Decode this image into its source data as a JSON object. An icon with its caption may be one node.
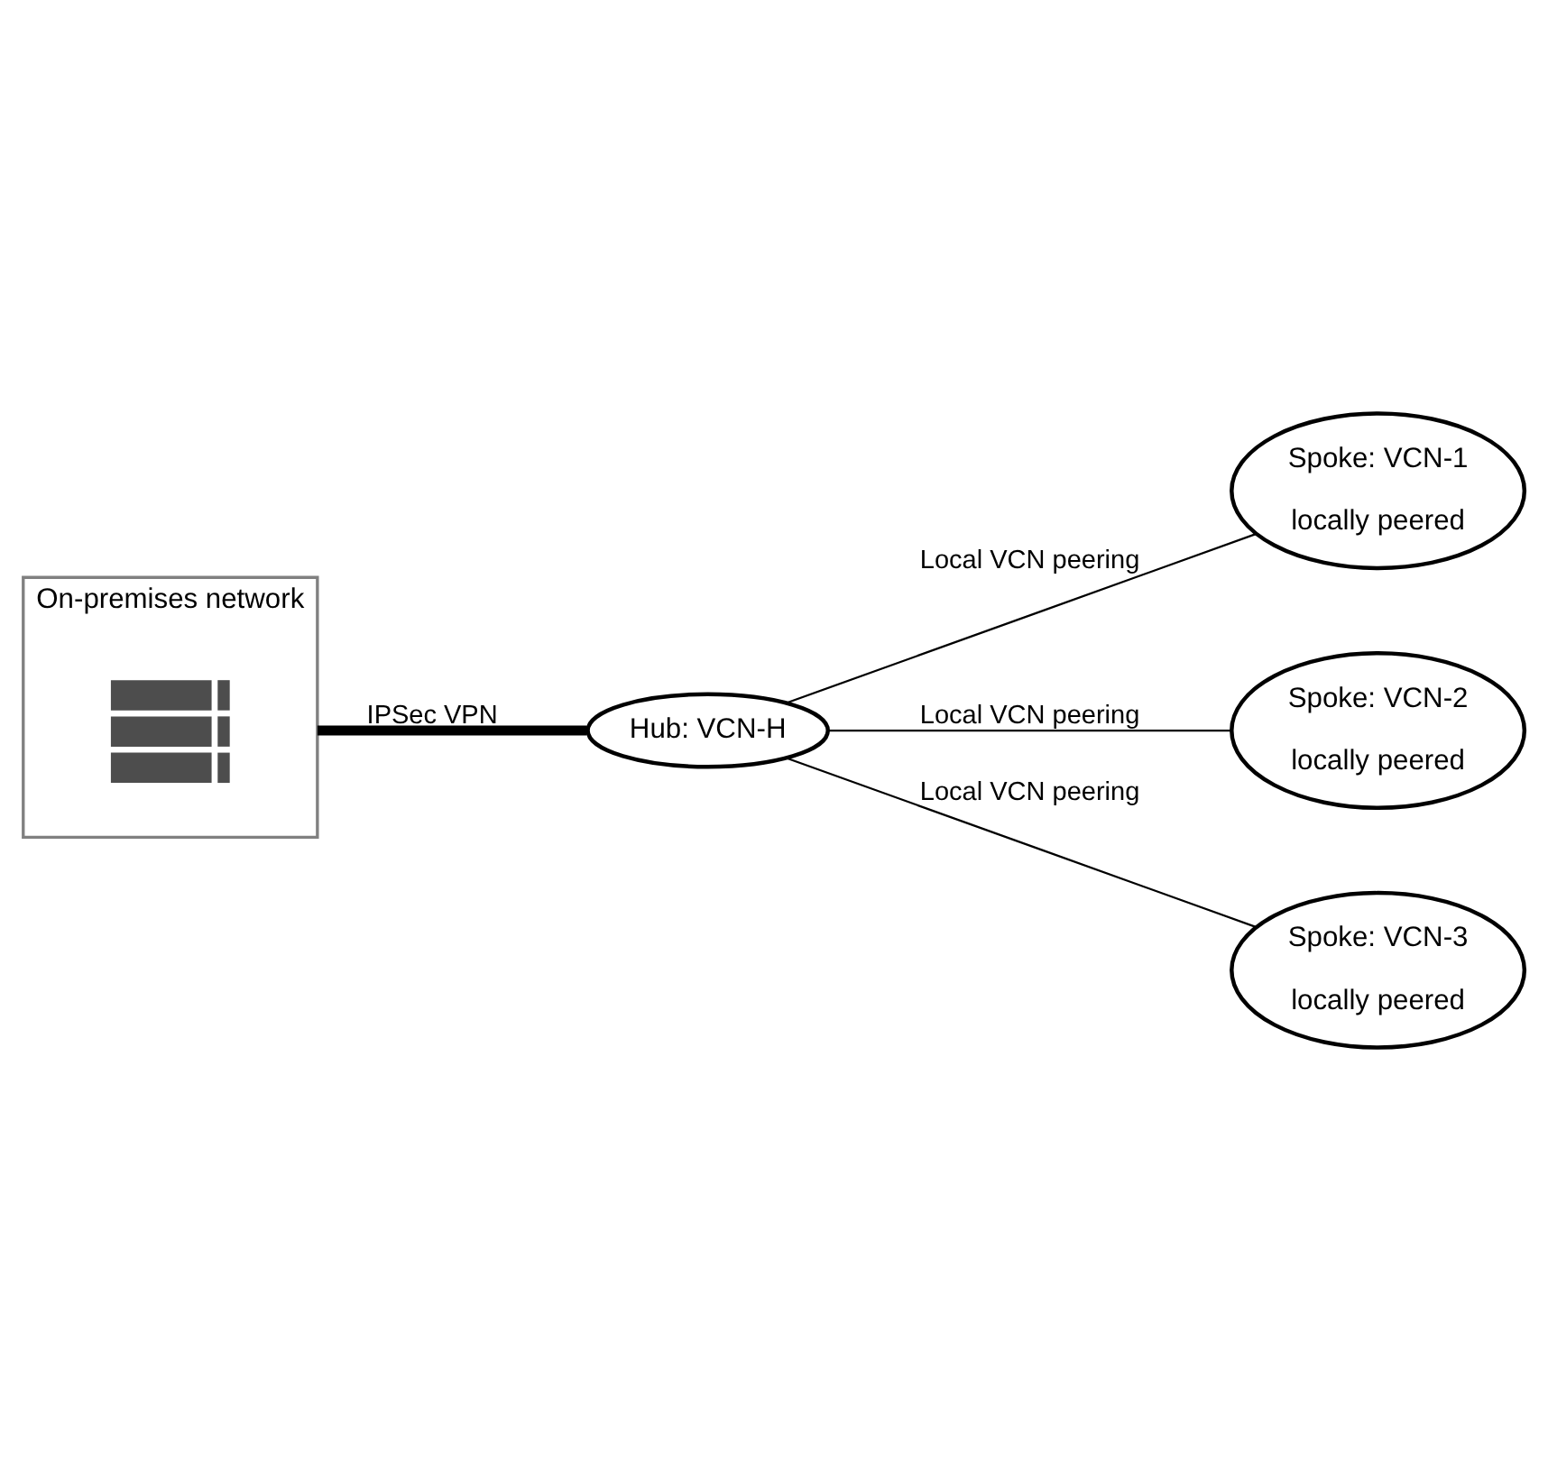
{
  "diagram": {
    "nodes": [
      {
        "text": [
          "On-premises network"
        ]
      },
      {
        "text": [],
        "shape": "picture",
        "in": 0
      },
      {
        "text": [
          "Hub: VCN-H"
        ]
      },
      {
        "text": [
          "Spoke: VCN-1",
          "locally peered"
        ]
      },
      {
        "text": [
          "Spoke: VCN-2",
          "locally peered"
        ]
      },
      {
        "text": [
          "Spoke: VCN-3",
          "locally peered"
        ]
      }
    ],
    "edges": [
      {
        "from": 0,
        "to": 2,
        "arrow": "none",
        "label": "IPSec VPN",
        "style": "thick"
      },
      {
        "from": 2,
        "to": 3,
        "arrow": "none",
        "label": "Local VCN peering"
      },
      {
        "from": 2,
        "to": 4,
        "arrow": "none",
        "label": "Local VCN peering"
      },
      {
        "from": 2,
        "to": 5,
        "arrow": "none",
        "label": "Local VCN peering"
      }
    ]
  }
}
